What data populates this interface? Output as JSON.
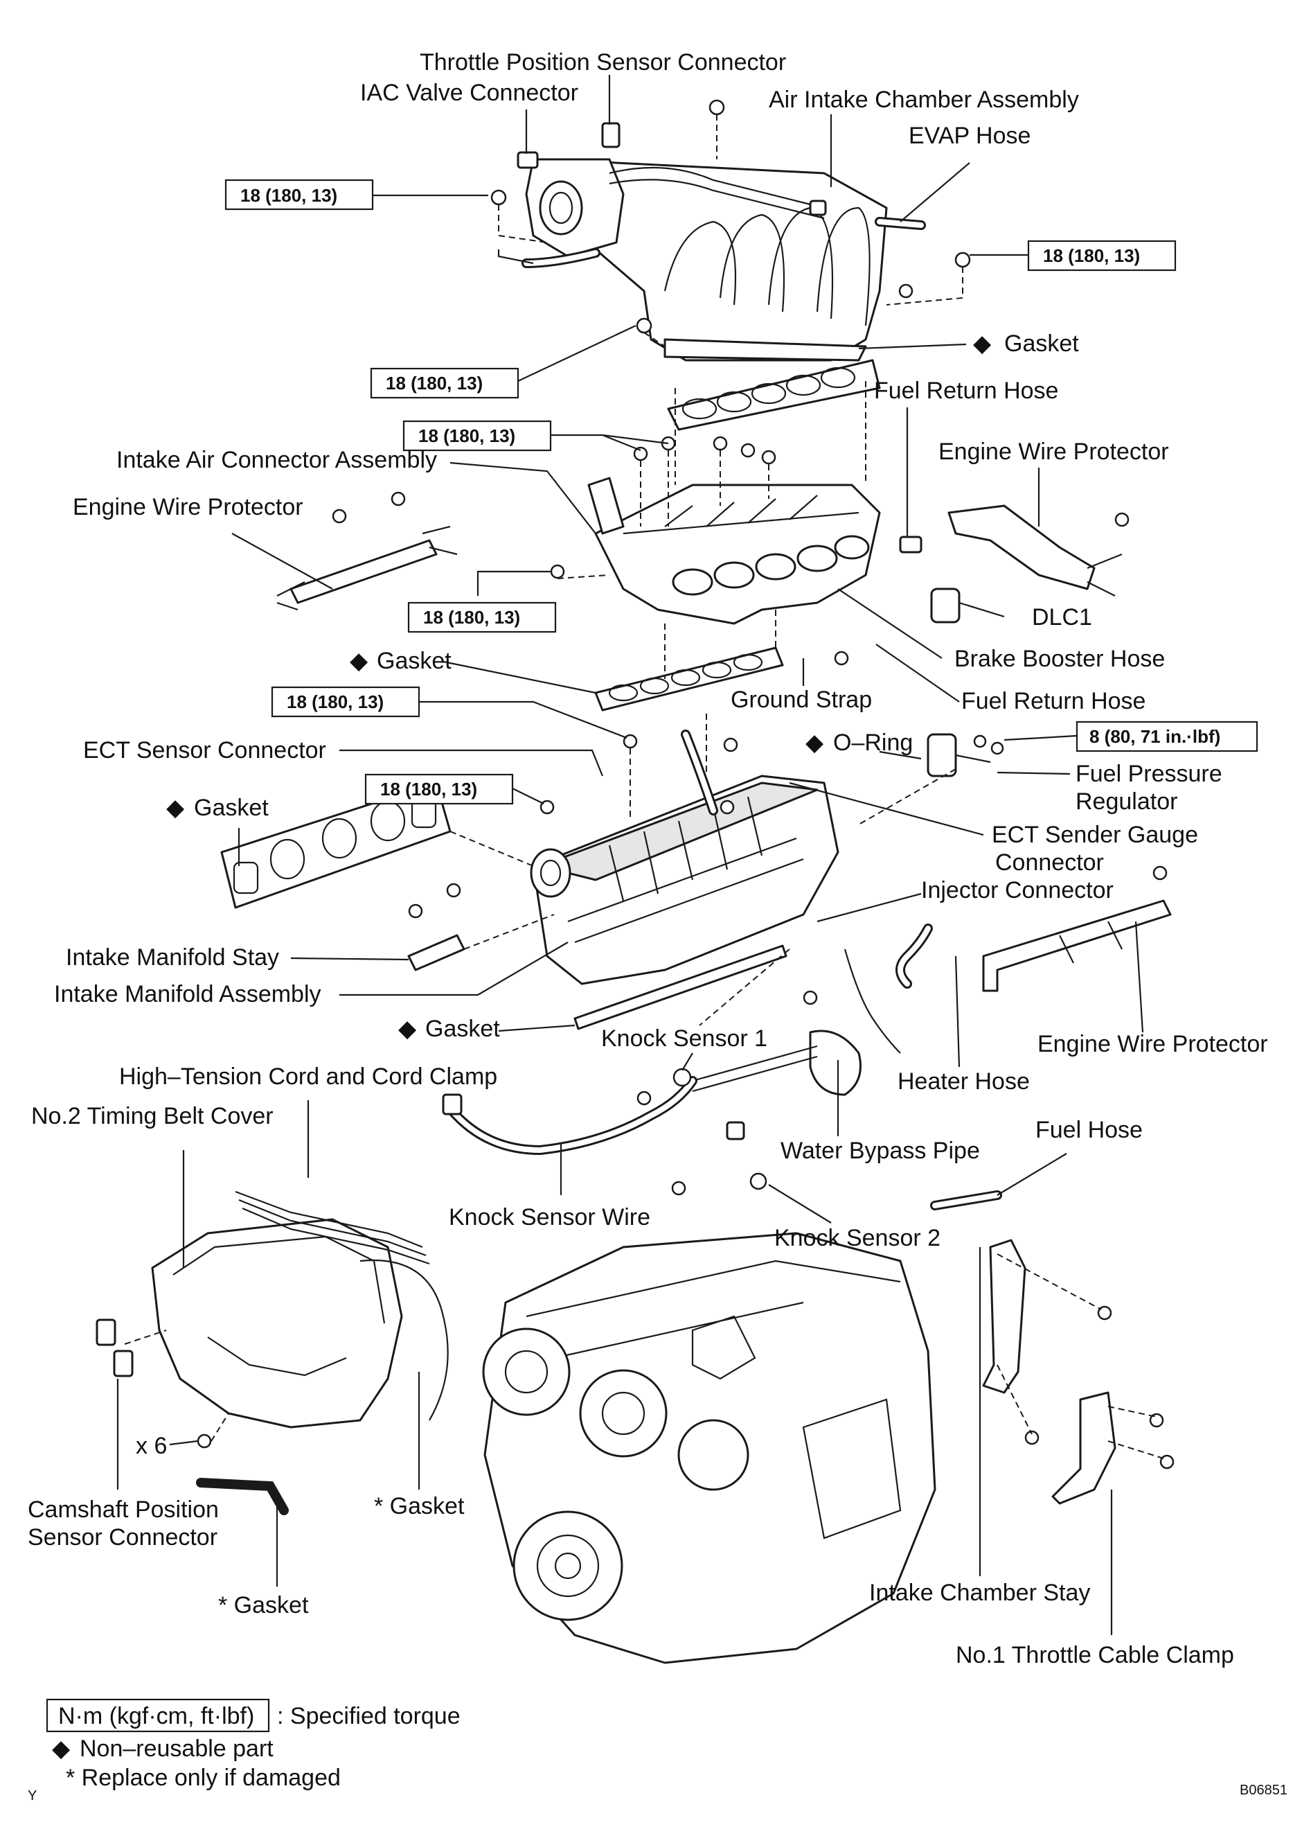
{
  "labels": {
    "tps_connector": "Throttle Position Sensor Connector",
    "iac_connector": "IAC Valve Connector",
    "air_intake_chamber": "Air Intake Chamber Assembly",
    "evap_hose": "EVAP Hose",
    "gasket_1": "Gasket",
    "fuel_return_hose_top": "Fuel Return Hose",
    "intake_air_connector": "Intake Air Connector Assembly",
    "engine_wire_protector_right": "Engine Wire Protector",
    "engine_wire_protector_left": "Engine Wire Protector",
    "dlc1": "DLC1",
    "brake_booster_hose": "Brake Booster Hose",
    "gasket_2": "Gasket",
    "ground_strap": "Ground Strap",
    "fuel_return_hose_mid": "Fuel Return Hose",
    "ect_sensor_connector": "ECT Sensor Connector",
    "o_ring": "O–Ring",
    "fuel_pressure_regulator_1": "Fuel Pressure",
    "fuel_pressure_regulator_2": "Regulator",
    "gasket_3": "Gasket",
    "ect_sender_1": "ECT Sender Gauge",
    "ect_sender_2": "Connector",
    "injector_connector": "Injector Connector",
    "intake_manifold_stay": "Intake Manifold Stay",
    "intake_manifold_assembly": "Intake Manifold Assembly",
    "gasket_4": "Gasket",
    "knock_sensor_1": "Knock Sensor 1",
    "engine_wire_protector_low": "Engine Wire Protector",
    "high_tension_cord": "High–Tension Cord and Cord Clamp",
    "heater_hose": "Heater Hose",
    "timing_belt_cover": "No.2 Timing Belt Cover",
    "water_bypass_pipe": "Water Bypass Pipe",
    "fuel_hose": "Fuel Hose",
    "knock_sensor_wire": "Knock Sensor Wire",
    "knock_sensor_2": "Knock Sensor 2",
    "x6": "x 6",
    "camshaft_1": "Camshaft Position",
    "camshaft_2": "Sensor Connector",
    "gasket_star_1": "* Gasket",
    "gasket_star_2": "* Gasket",
    "intake_chamber_stay": "Intake Chamber Stay",
    "throttle_cable_clamp": "No.1 Throttle Cable Clamp"
  },
  "torques": {
    "t1": "18 (180, 13)",
    "t2": "18 (180, 13)",
    "t3": "18 (180, 13)",
    "t4": "18 (180, 13)",
    "t5": "18 (180, 13)",
    "t6": "18 (180, 13)",
    "t7": "18 (180, 13)",
    "t8": "8 (80, 71 in.·lbf)"
  },
  "legend": {
    "unit_box": "N·m (kgf·cm, ft·lbf)",
    "unit_text": ": Specified torque",
    "non_reusable": "Non–reusable part",
    "replace": "* Replace only if damaged"
  },
  "symbols": {
    "diamond": "◆",
    "corner_mark": "Y"
  },
  "figure_code": "B06851",
  "icons": {
    "diamond": "non-reusable-diamond-icon"
  }
}
